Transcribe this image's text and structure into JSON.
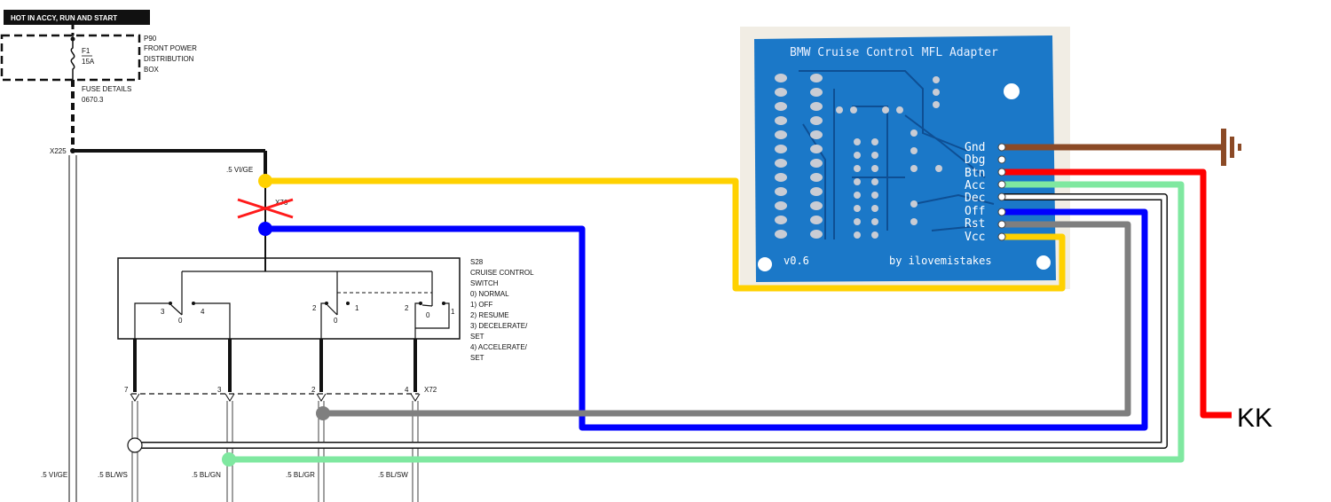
{
  "header_box": {
    "text": "HOT IN ACCY, RUN AND START"
  },
  "fuse": {
    "code": "P90",
    "box_lines": [
      "FRONT POWER",
      "DISTRIBUTION",
      "BOX"
    ],
    "name": "F1",
    "rating": "15A",
    "details": [
      "FUSE DETAILS",
      "0670.3"
    ]
  },
  "connectors": {
    "x225": "X225",
    "x72": "X72",
    "x76": "X76"
  },
  "wire_labels": {
    "top": ".5 VI/GE",
    "bottom": [
      ".5 VI/GE",
      ".5 BL/WS",
      ".5 BL/GN",
      ".5 BL/GR",
      ".5 BL/SW"
    ]
  },
  "switch": {
    "code": "S28",
    "title_lines": [
      "CRUISE CONTROL",
      "SWITCH"
    ],
    "positions": [
      "0)  NORMAL",
      "1)  OFF",
      "2)  RESUME",
      "3)  DECELERATE/",
      "     SET",
      "4)  ACCELERATE/",
      "     SET"
    ],
    "contact_labels": [
      "3",
      "0",
      "4",
      "2",
      "0",
      "1",
      "2",
      "0",
      "1"
    ],
    "pin_numbers": [
      "7",
      "3",
      "2",
      "4"
    ]
  },
  "pcb": {
    "title": "BMW Cruise Control MFL Adapter",
    "version": "v0.6",
    "author": "by ilovemistakes",
    "pins": [
      "Gnd",
      "Dbg",
      "Btn",
      "Acc",
      "Dec",
      "Off",
      "Rst",
      "Vcc"
    ],
    "board_color": "#1b78c8"
  },
  "output_label": "KK",
  "wire_colors": {
    "yellow": "#ffd100",
    "blue": "#0000ff",
    "gray": "#7f7f7f",
    "white": "#ffffff",
    "green": "#7fe8a0",
    "red": "#ff0000",
    "brown": "#8b4a26"
  }
}
